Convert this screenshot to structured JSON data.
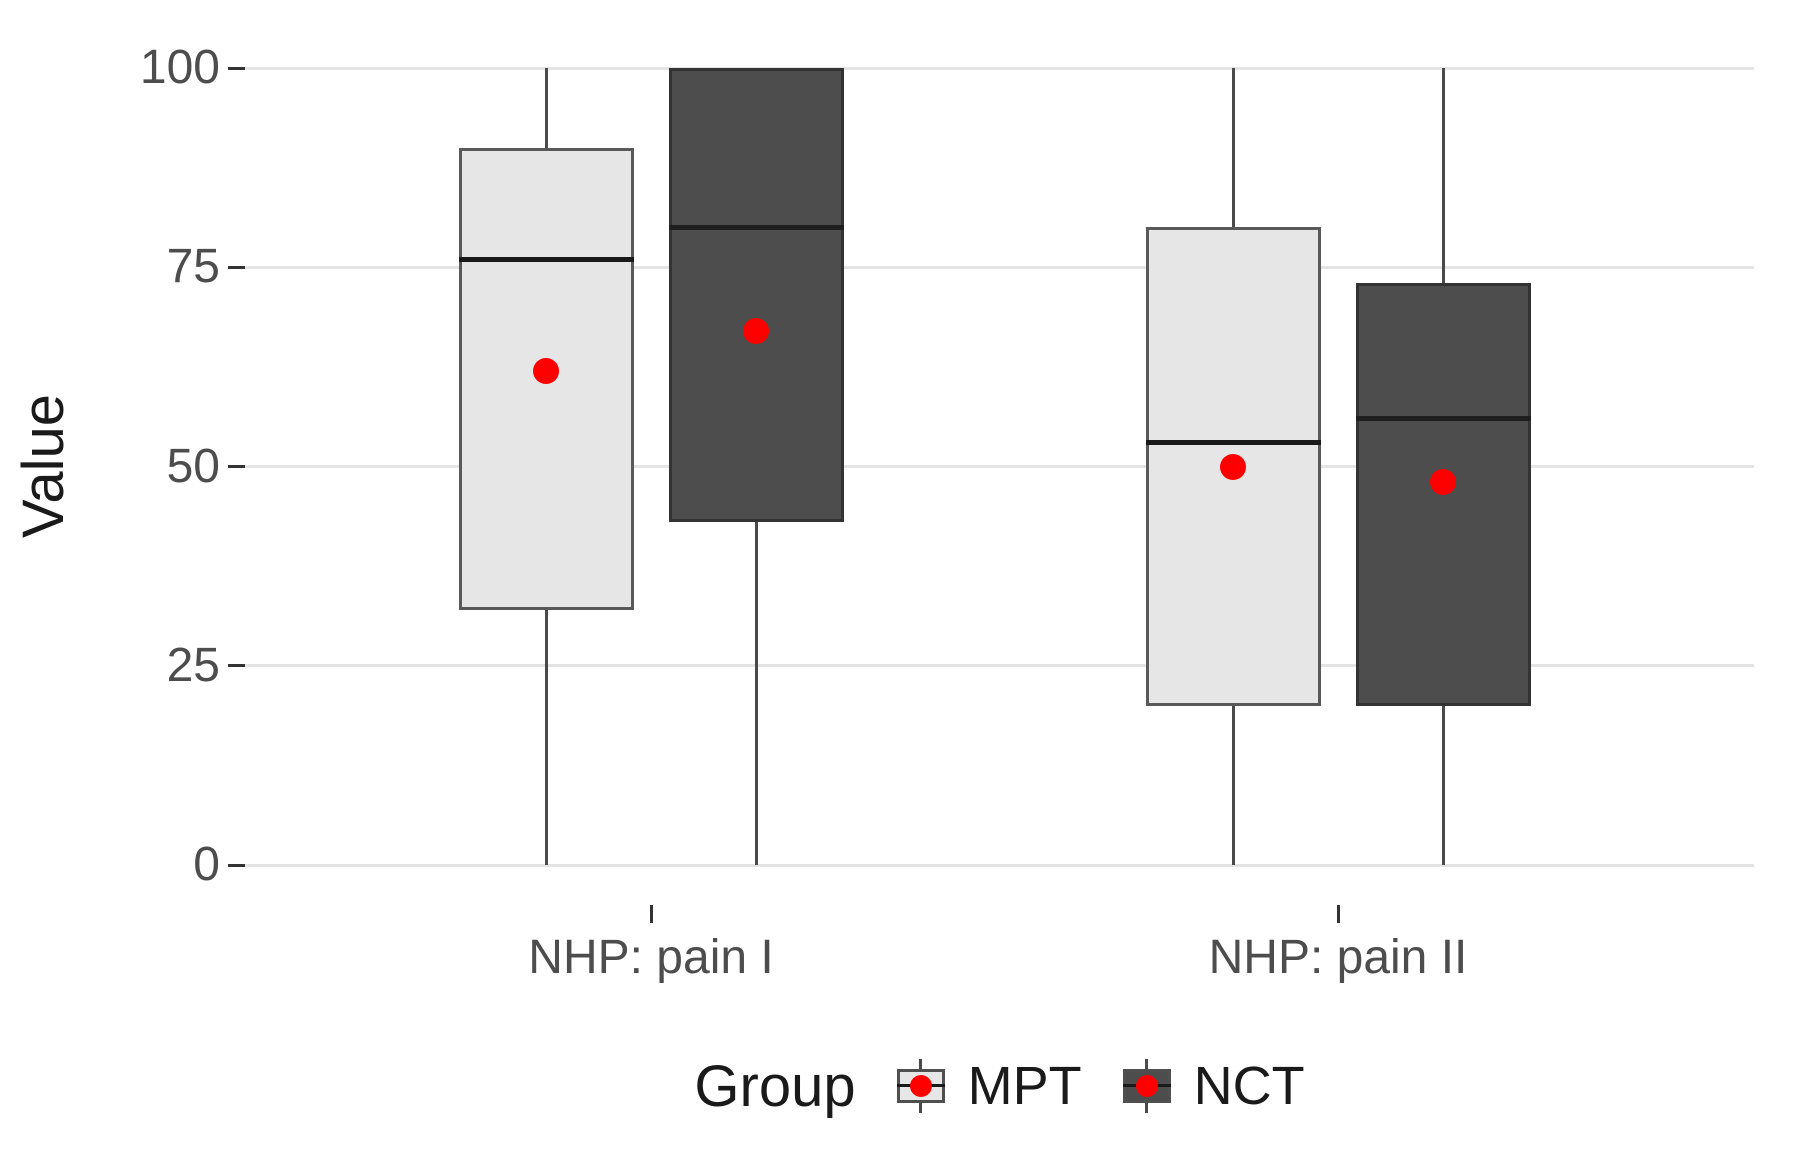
{
  "axes": {
    "y_title": "Value",
    "y_ticks": [
      0,
      25,
      50,
      75,
      100
    ],
    "x_categories": [
      "NHP: pain I",
      "NHP: pain II"
    ]
  },
  "legend": {
    "title": "Group",
    "items": [
      {
        "label": "MPT",
        "fill": "#e6e6e6"
      },
      {
        "label": "NCT",
        "fill": "#4d4d4d"
      }
    ]
  },
  "colors": {
    "background": "#ffffff",
    "gridline": "#e4e4e4",
    "tick_text": "#4d4d4d",
    "title_text": "#1a1a1a",
    "mean_point": "#fe0000"
  },
  "chart_data": {
    "type": "boxplot",
    "title": "",
    "xlabel": "",
    "ylabel": "Value",
    "ylim": [
      0,
      100
    ],
    "grid": "horizontal-major-only",
    "legend_position": "bottom",
    "legend_title": "Group",
    "categories": [
      "NHP: pain I",
      "NHP: pain II"
    ],
    "mean_marker": {
      "shape": "circle",
      "color": "#fe0000"
    },
    "series": [
      {
        "name": "MPT",
        "fill": "#e6e6e6",
        "border": "#595959",
        "median_color": "#1a1a1a",
        "boxes": [
          {
            "category": "NHP: pain I",
            "whisker_low": 0,
            "q1": 32,
            "median": 76,
            "q3": 90,
            "whisker_high": 100,
            "mean": 62
          },
          {
            "category": "NHP: pain II",
            "whisker_low": 0,
            "q1": 20,
            "median": 53,
            "q3": 80,
            "whisker_high": 100,
            "mean": 50
          }
        ]
      },
      {
        "name": "NCT",
        "fill": "#4d4d4d",
        "border": "#333333",
        "median_color": "#1f1f1f",
        "boxes": [
          {
            "category": "NHP: pain I",
            "whisker_low": 0,
            "q1": 43,
            "median": 80,
            "q3": 100,
            "whisker_high": 100,
            "mean": 67
          },
          {
            "category": "NHP: pain II",
            "whisker_low": 0,
            "q1": 20,
            "median": 56,
            "q3": 73,
            "whisker_high": 100,
            "mean": 48
          }
        ]
      }
    ]
  }
}
